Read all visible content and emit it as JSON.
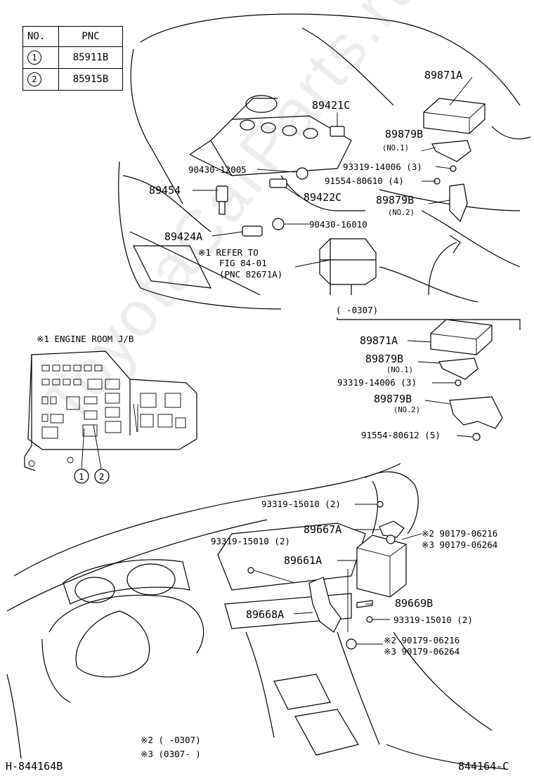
{
  "table": {
    "headers": [
      "NO.",
      "PNC"
    ],
    "rows": [
      {
        "no": "1",
        "pnc": "85911B"
      },
      {
        "no": "2",
        "pnc": "85915B"
      }
    ]
  },
  "labels": {
    "p89871A_top": "89871A",
    "p89421C": "89421C",
    "p89879B_top": "89879B",
    "no1_top": "(NO.1)",
    "p93319_14006_top": "93319-14006 (3)",
    "p90430_12005": "90430-12005",
    "p91554_80610": "91554-80610 (4)",
    "p89454": "89454",
    "p89422C": "89422C",
    "p89879B_top2": "89879B",
    "no2_top": "(NO.2)",
    "p90430_16010": "90430-16010",
    "p89424A": "89424A",
    "refer_1": "※1 REFER TO",
    "refer_2": "FIG 84-01",
    "refer_3": "(PNC 82671A)",
    "date_box": "( -0307)",
    "p89871A_mid": "89871A",
    "p89879B_mid": "89879B",
    "no1_mid": "(NO.1)",
    "p93319_14006_mid": "93319-14006 (3)",
    "p89879B_mid2": "89879B",
    "no2_mid": "(NO.2)",
    "p91554_80612": "91554-80612 (5)",
    "engine_room": "※1 ENGINE ROOM J/B",
    "circ1": "1",
    "circ2": "2",
    "p93319_15010_a": "93319-15010 (2)",
    "p89667A": "89667A",
    "n2_a": "※2 90179-06216",
    "n3_a": "※3 90179-06264",
    "p93319_15010_b": "93319-15010 (2)",
    "p89661A": "89661A",
    "p89669B": "89669B",
    "p89668A": "89668A",
    "p93319_15010_c": "93319-15010 (2)",
    "n2_b": "※2 90179-06216",
    "n3_b": "※3 90179-06264",
    "foot_n2": "※2 ( -0307)",
    "foot_n3": "※3 (0307- )",
    "code_left": "H-844164B",
    "code_right": "844164-C"
  },
  "watermark": "ToyotaCarParts.ru"
}
